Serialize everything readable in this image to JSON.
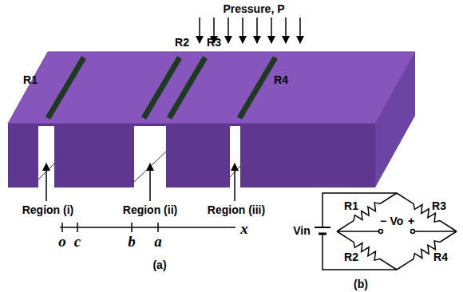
{
  "diagram": {
    "labels": [
      "Pressure, P",
      "R1",
      "R2",
      "R3",
      "R4",
      "Region (i)",
      "Region (ii)",
      "Region (iii)",
      "o",
      "c",
      "b",
      "a",
      "x",
      "(a)",
      "R1",
      "R3",
      "R2",
      "R4",
      "Vin",
      "−",
      "Vo",
      "+",
      "(b)"
    ]
  }
}
